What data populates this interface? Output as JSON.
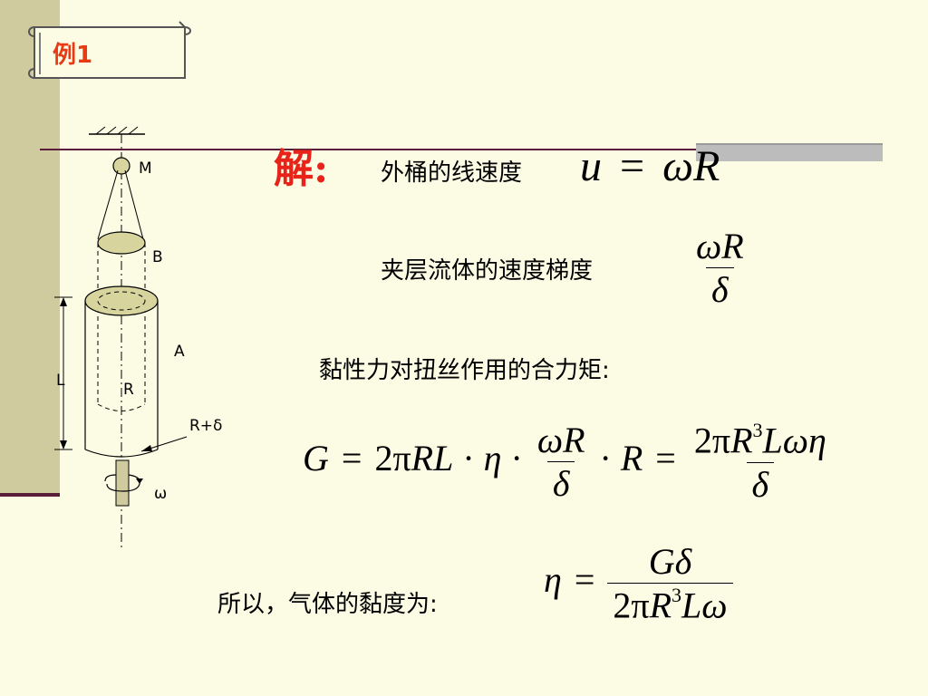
{
  "title": {
    "label": "例1"
  },
  "solution": {
    "heading": "解:",
    "line1_text": "外桶的线速度",
    "line2_text": "夹层流体的速度梯度",
    "line3_text": "黏性力对扭丝作用的合力矩:",
    "line4_text": "所以，气体的黏度为:"
  },
  "diagram": {
    "label_m": "M",
    "label_b": "B",
    "label_a": "A",
    "label_l": "L",
    "label_r": "R",
    "label_r_delta": "R+δ",
    "label_omega": "ω"
  },
  "formulas": {
    "u": "u",
    "eq": "=",
    "omega": "ω",
    "R": "R",
    "delta": "δ",
    "G": "G",
    "two_pi": "2π",
    "RL": "RL",
    "dot": "·",
    "eta": "η",
    "cube": "3",
    "L": "L",
    "L_omega_eta": "Lωη",
    "L_omega": "Lω"
  }
}
